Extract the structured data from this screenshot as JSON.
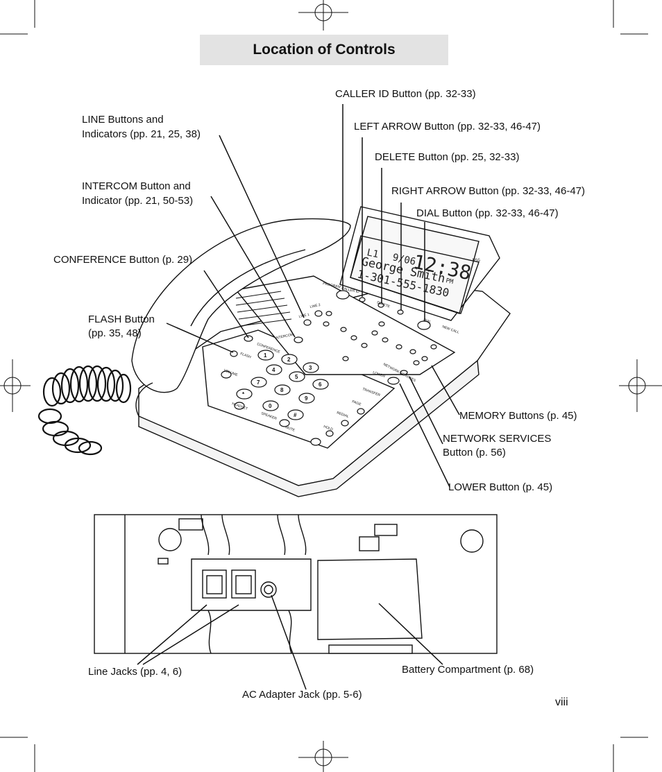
{
  "page": {
    "title": "Location of Controls",
    "page_number": "viii"
  },
  "callouts": {
    "caller_id": "CALLER ID Button (pp. 32-33)",
    "left_arrow": "LEFT ARROW Button (pp. 32-33, 46-47)",
    "delete": "DELETE Button (pp. 25, 32-33)",
    "right_arrow": "RIGHT ARROW Button (pp. 32-33, 46-47)",
    "dial": "DIAL Button (pp. 32-33, 46-47)",
    "line_1": "LINE Buttons and",
    "line_2": "Indicators (pp. 21, 25, 38)",
    "intercom_1": "INTERCOM Button and",
    "intercom_2": "Indicator (pp. 21, 50-53)",
    "conference": "CONFERENCE Button (p. 29)",
    "flash_1": "FLASH Button",
    "flash_2": "(pp. 35, 48)",
    "memory": "MEMORY Buttons (p. 45)",
    "network_1": "NETWORK SERVICES",
    "network_2": "Button (p. 56)",
    "lower": "LOWER Button (p. 45)",
    "line_jacks": "Line Jacks (pp. 4, 6)",
    "ac_adapter": "AC Adapter Jack (pp. 5-6)",
    "battery": "Battery Compartment (p. 68)"
  },
  "phone_display": {
    "line": "L1",
    "date": "9/06",
    "time": "12:38",
    "ampm": "PM",
    "name": "George Smith",
    "number": "1-301-555-1830",
    "msg": "MSG"
  },
  "phone_labels": {
    "program": "PROGRAM",
    "caller_id": "CALLER ID",
    "delete": "DELETE",
    "dial": "DIAL",
    "new_call": "NEW CALL",
    "line2": "LINE 2",
    "line1": "LINE 1",
    "intercom": "INTERCOM",
    "conference": "CONFERENCE",
    "flash": "FLASH",
    "volume": "VOLUME",
    "transfer": "TRANSFER",
    "network": "NETWORK SERVICES",
    "lower": "LOWER",
    "page": "PAGE",
    "redial": "REDIAL",
    "hold": "HOLD",
    "mute": "MUTE",
    "speaker": "SPEAKER",
    "headset": "HEADSET",
    "keys": [
      "1",
      "2",
      "3",
      "4",
      "5",
      "6",
      "7",
      "8",
      "9",
      "*",
      "0",
      "#"
    ]
  }
}
